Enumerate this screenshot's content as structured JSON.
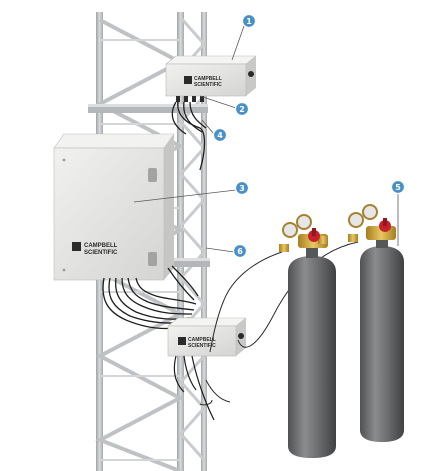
{
  "diagram": {
    "brand": {
      "line1": "CAMPBELL",
      "line2": "SCIENTIFIC"
    },
    "callouts": [
      {
        "number": "1",
        "target": "upper-logger-box"
      },
      {
        "number": "2",
        "target": "upper-box-connectors"
      },
      {
        "number": "3",
        "target": "main-enclosure"
      },
      {
        "number": "4",
        "target": "cable-bundle"
      },
      {
        "number": "5",
        "target": "gas-cylinder"
      },
      {
        "number": "6",
        "target": "tower-mast"
      }
    ],
    "colors": {
      "callout_fill": "#4a90c8",
      "callout_stroke": "#ffffff",
      "tower_steel": "#b9bcbf",
      "enclosure": "#e6e6e4",
      "cylinder": "#6d6f71",
      "regulator_brass": "#c9a23a",
      "valve_red": "#c8202b",
      "cable": "#1e1e1e"
    }
  }
}
